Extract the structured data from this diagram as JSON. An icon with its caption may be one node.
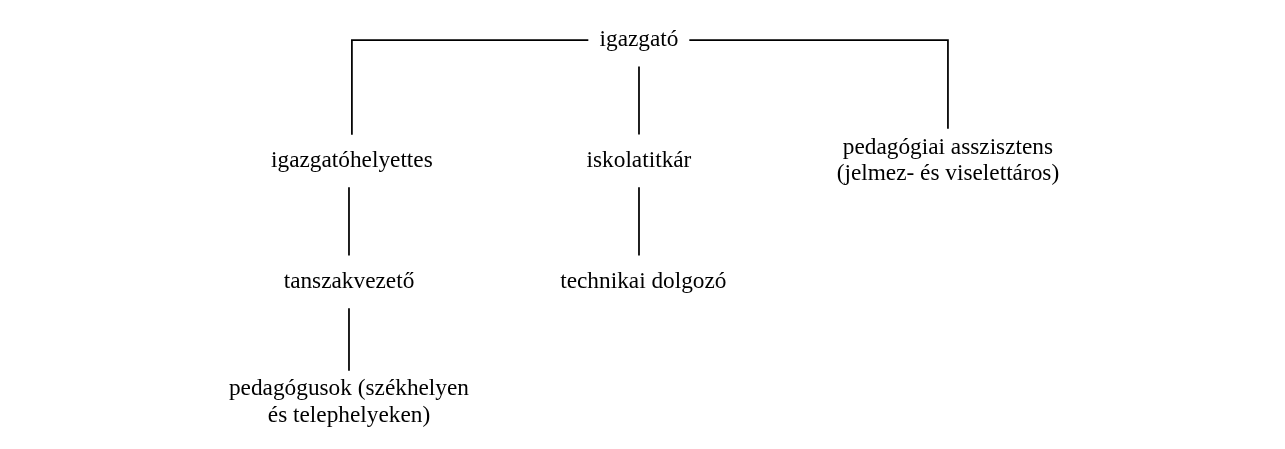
{
  "diagram": {
    "nodes": [
      {
        "text": [
          "igazgató"
        ]
      },
      {
        "text": [
          "igazgatóhelyettes"
        ]
      },
      {
        "text": [
          "iskolatitkár"
        ]
      },
      {
        "text": [
          "pedagógiai asszisztens (jelmez- és viselettáros)"
        ]
      },
      {
        "text": [
          "tanszakvezető"
        ]
      },
      {
        "text": [
          "technikai dolgozó"
        ]
      },
      {
        "text": [
          "pedagógusok (székhelyen és telephelyeken)"
        ]
      }
    ],
    "edges": [
      {
        "from": 0,
        "to": 1,
        "arrow": "none"
      },
      {
        "from": 0,
        "to": 2,
        "arrow": "none"
      },
      {
        "from": 0,
        "to": 3,
        "arrow": "none"
      },
      {
        "from": 1,
        "to": 4,
        "arrow": "none"
      },
      {
        "from": 2,
        "to": 5,
        "arrow": "none"
      },
      {
        "from": 4,
        "to": 6,
        "arrow": "none"
      }
    ]
  }
}
